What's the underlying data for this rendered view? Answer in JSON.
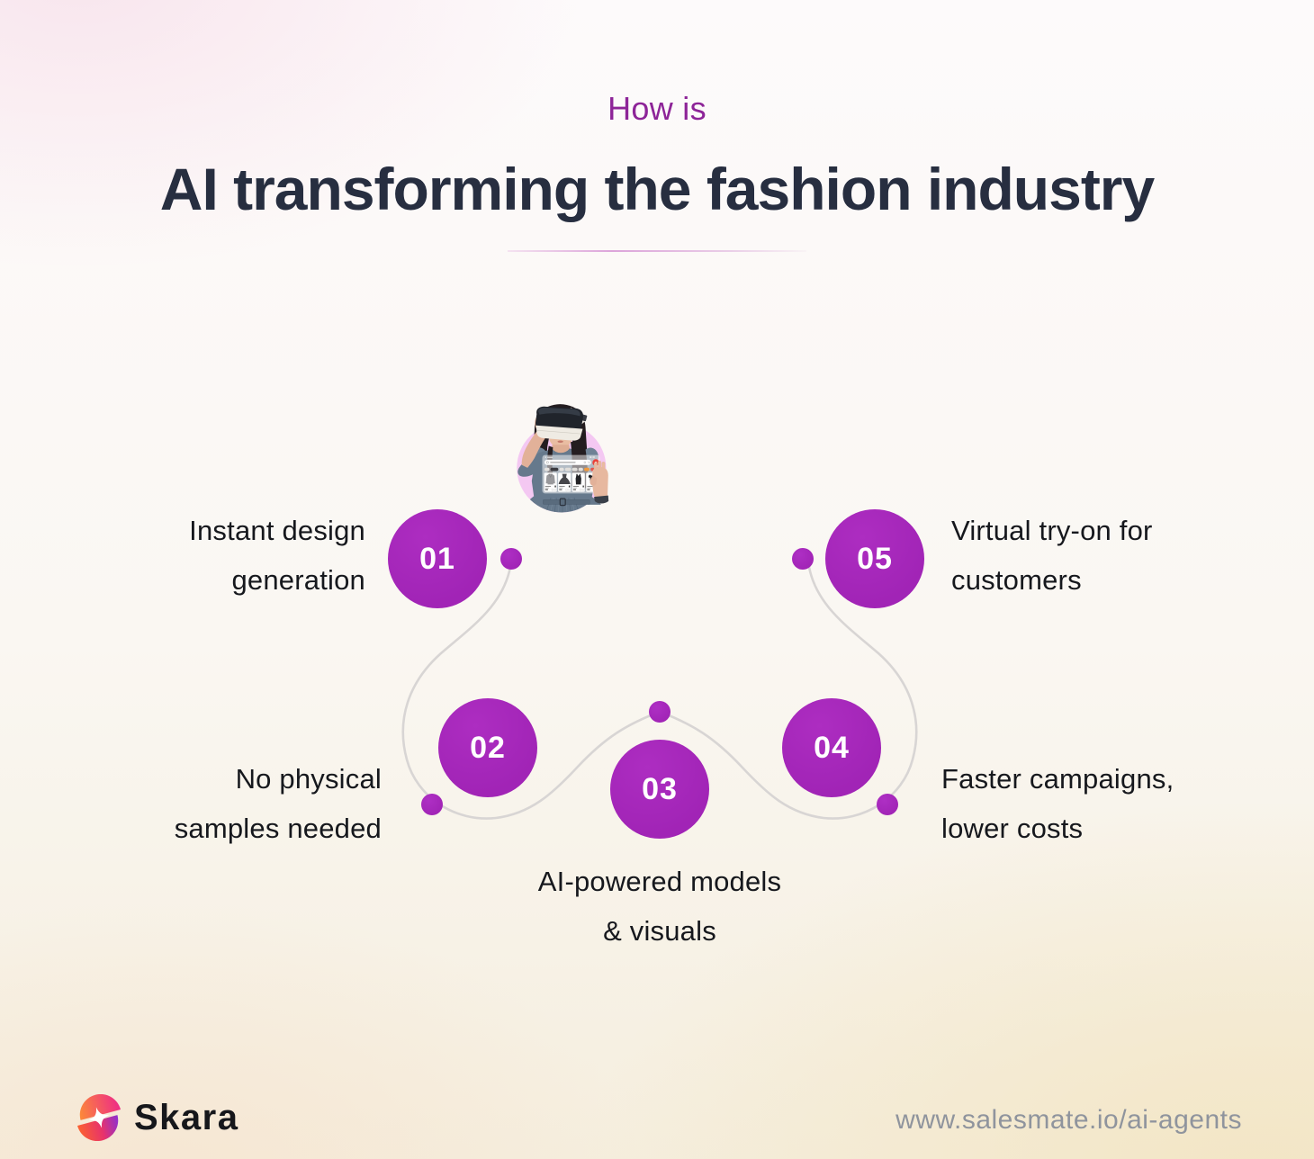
{
  "header": {
    "kicker": "How is",
    "title": "AI transforming the fashion industry"
  },
  "steps": [
    {
      "number": "01",
      "label": "Instant design generation",
      "lines": [
        "Instant design",
        "generation"
      ]
    },
    {
      "number": "02",
      "label": "No physical samples needed",
      "lines": [
        "No physical",
        "samples needed"
      ]
    },
    {
      "number": "03",
      "label": "AI-powered models & visuals",
      "lines": [
        "AI-powered models",
        "& visuals"
      ]
    },
    {
      "number": "04",
      "label": "Faster campaigns, lower costs",
      "lines": [
        "Faster campaigns,",
        "lower costs"
      ]
    },
    {
      "number": "05",
      "label": "Virtual try-on for customers",
      "lines": [
        "Virtual try-on for",
        "customers"
      ]
    }
  ],
  "footer": {
    "brand": "Skara",
    "url": "www.salesmate.io/ai-agents"
  },
  "colors": {
    "accent_purple": "#A124B6",
    "kicker_purple": "#8D2498",
    "title_dark": "#272E40",
    "label_text": "#16181D",
    "pink_circle": "#F4C8F2",
    "connector_gray": "#D8D5D4",
    "url_gray": "#8F949D",
    "background_cream": "#F5EEDE"
  }
}
